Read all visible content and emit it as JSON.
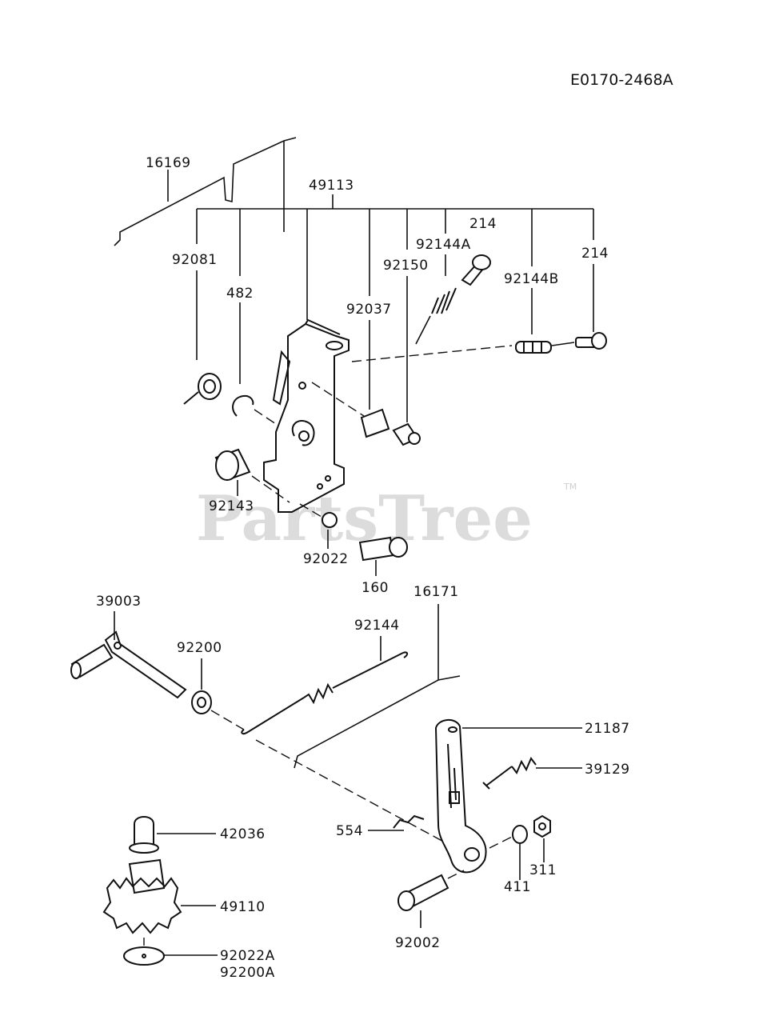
{
  "diagram": {
    "reference_code": "E0170-2468A",
    "watermark": "PartsTree",
    "watermark_mark": "TM",
    "labels": {
      "p16169": "16169",
      "p49113": "49113",
      "p214a": "214",
      "p92144A": "92144A",
      "p214b": "214",
      "p92150": "92150",
      "p92144B": "92144B",
      "p92081": "92081",
      "p482": "482",
      "p92037": "92037",
      "p92143": "92143",
      "p92022": "92022",
      "p160": "160",
      "p39003": "39003",
      "p92200": "92200",
      "p92144": "92144",
      "p16171": "16171",
      "p21187": "21187",
      "p39129": "39129",
      "p42036": "42036",
      "p554": "554",
      "p49110": "49110",
      "p411": "411",
      "p311": "311",
      "p92022A": "92022A",
      "p92200A": "92200A",
      "p92002": "92002"
    }
  }
}
